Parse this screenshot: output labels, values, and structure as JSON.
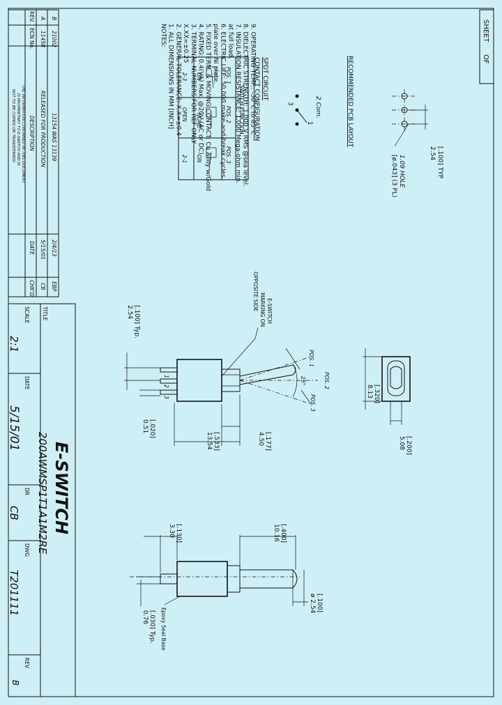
{
  "sheet": {
    "label": "SHEET",
    "of": "OF"
  },
  "pcb": {
    "title": "RECOMMENDED PCB LAYOUT",
    "pitch_mm": "2.54",
    "pitch_in": "[.100] TYP",
    "hole_mm": "1.09 HOLE",
    "hole_in": "[ø.043] (3 PL)",
    "com_label": "2 Com.",
    "pin1": "1",
    "pin3": "3"
  },
  "circuit": {
    "title1": "SPDT CIRCUIT",
    "title2": "CONTACT CONFIGURATION",
    "header": "SWITCH FUNCTION",
    "positions": [
      "POS. 1",
      "POS. 2",
      "POS. 3"
    ],
    "row1": [
      "ON",
      "NONE",
      "ON"
    ],
    "row2": [
      "2-3",
      "OPEN",
      "2-1"
    ]
  },
  "notes": {
    "title": "NOTES:",
    "lines": [
      "1.  ALL DIMENSIONS IN MM [INCH]",
      "2.  GENERAL TOLERANCE: X.X=±0.4",
      "                                 X.XX=±0.25",
      "3.  TERMINAL NUMBERS FOR REF ONLY",
      "4.  RATING: 0.4(VA) Max. @20V (AC or DC)",
      "5.  FIXED TERM. & MOVING CONTACT: Cu Alloy w/Gold",
      "                                                    plate over Ni plate.",
      "6.  ELECTRIC LIFE: 50,000 make-and-break cycles",
      "                                  at full load.",
      "7.  INSULATION RESISTANCE: 1,000 Mega-ohm min.",
      "8.  DIELECTRIC STRENGTH: 1,000 V RMS @sea level.",
      "9.  OPERATING TEMP.: -30°C to 85°C"
    ]
  },
  "revisions": {
    "headers": [
      "REV.",
      "ECN No.",
      "DESCRIPTION",
      "DATE",
      "CHK'D"
    ],
    "rows": [
      [
        "A",
        "11458",
        "RELEASED FOR PRODUCTION",
        "5/15/01",
        "CB"
      ],
      [
        "B",
        "21002",
        "13154 WAS 13139",
        "2/4/13",
        "EBP"
      ]
    ],
    "disclaimer1": "THE INFORMATION CONTAINED IN THIS DOCUMENT",
    "disclaimer2": "IS PROPRIETARY TO E-SWITCH AND IS",
    "disclaimer3": "NOT TO BE COPIED OR TRANSFERRED"
  },
  "side_view": {
    "marking1": "E-SWITCH",
    "marking2": "MARKING ON",
    "marking3": "OPPOSITE SIDE",
    "pos1": "POS. 1",
    "pos2": "POS. 2",
    "pos3": "POS. 3",
    "angle": "25°",
    "lead_mm": "2.54",
    "lead_in": "[.100] Typ.",
    "t1": "1",
    "t2": "2",
    "t3": "3",
    "dim_051": "0.51",
    "dim_051_in": "[.020]",
    "dim_1354": "13.54",
    "dim_1354_in": "[.533]",
    "dim_450": "4.50",
    "dim_450_in": "[.177]"
  },
  "top_view": {
    "dim_813": "8.13",
    "dim_813_in": "[.320]",
    "dim_508": "5.08",
    "dim_508_in": "[.200]"
  },
  "front_view": {
    "dim_330": "3.30",
    "dim_330_in": "[.130]",
    "dim_1016": "10.16",
    "dim_1016_in": "[.400]",
    "dim_254": "ø 2.54",
    "dim_254_in": "[.100]",
    "dim_076": "0.76",
    "dim_076_in": "[.030] Typ.",
    "seal": "Epoxy Seal Base"
  },
  "title_block": {
    "title_label": "TITLE",
    "logo": "E-SWITCH",
    "part": "200AWMSP1T1A1M2RE",
    "scale_label": "SCALE",
    "scale": "2:1",
    "date_label": "DATE",
    "date": "5/15/01",
    "dr_label": "DR",
    "dr": "CB",
    "dwg_label": "DWG",
    "dwg": "T201111",
    "rev_label": "REV",
    "rev": "B"
  }
}
